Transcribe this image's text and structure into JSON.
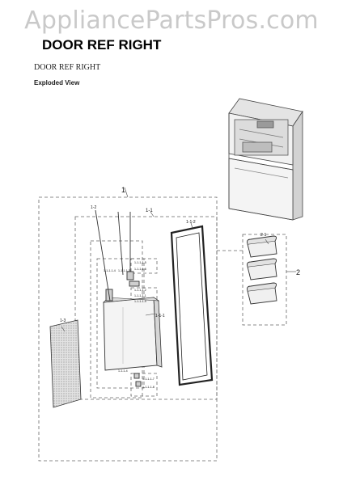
{
  "watermark": "AppliancePartsPros.com",
  "page_title": "DOOR REF RIGHT",
  "section_title": "DOOR REF RIGHT",
  "view_label": "Exploded View",
  "callouts": {
    "c1": "1",
    "c1_1": "1-1",
    "c1_2": "1-2",
    "c1_1_2": "1-1-2",
    "c1_3": "1-3",
    "c1_1_1": "1-1-1",
    "c2": "2",
    "c2_1": "2-1",
    "s1": "1-1-1-1-4",
    "s2": "1-1-1-1-3",
    "s3": "1-1-1-1-5",
    "s4": "1-1-1-1-6",
    "s5": "1-1-1-1-2",
    "s6": "1-1-1-1-1",
    "s7": "1-1-1-4",
    "s8": "1-1-1-1-7",
    "s9": "1-1-1-1-8",
    "s10": "1-1-1-1-9"
  }
}
